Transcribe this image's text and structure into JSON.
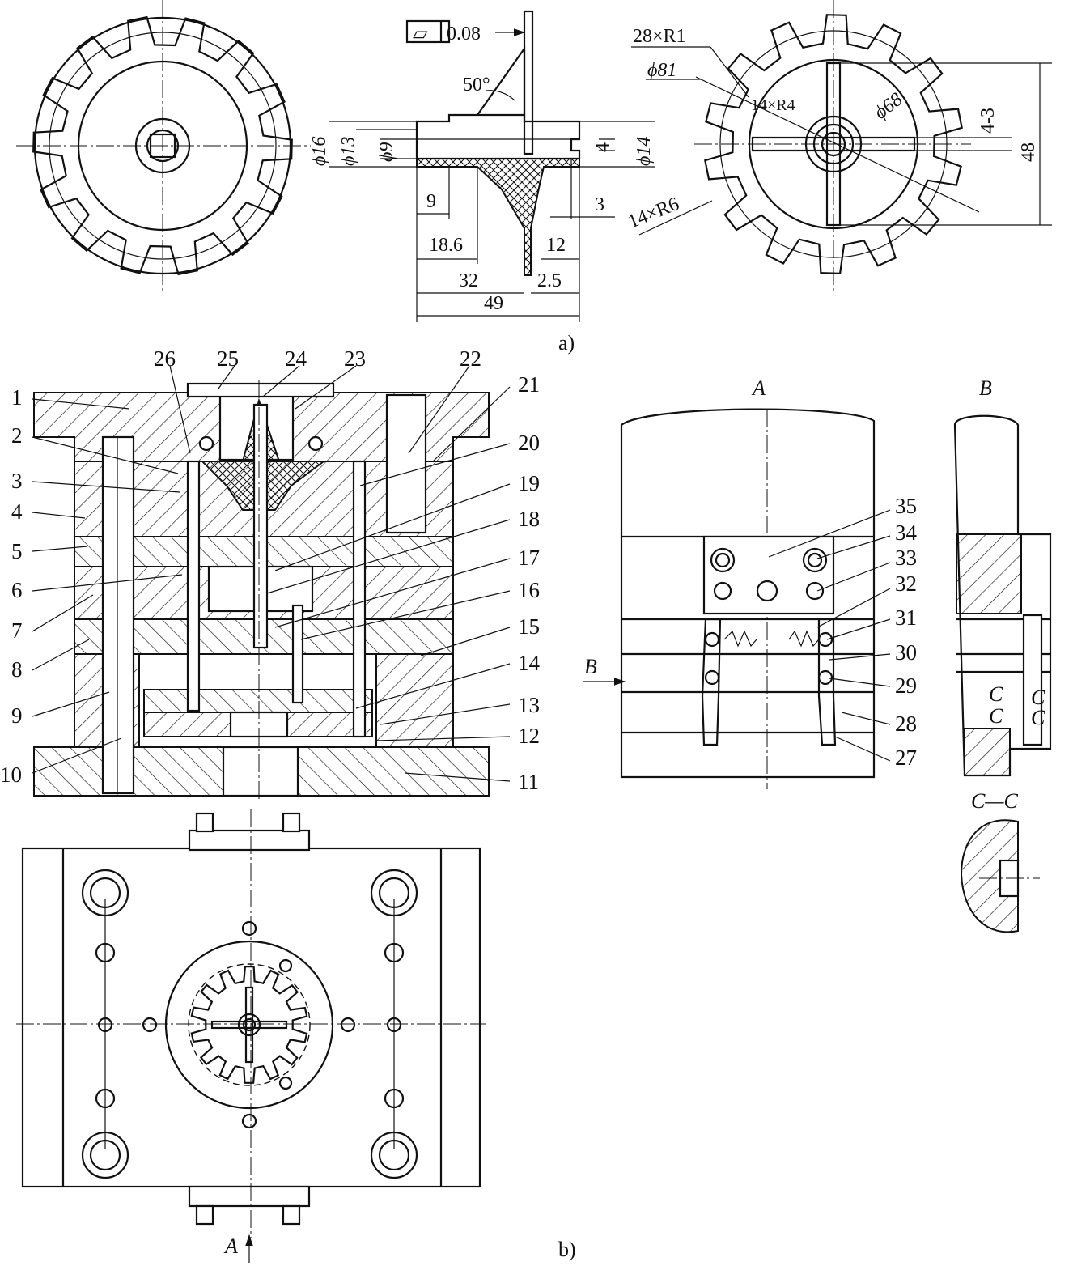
{
  "captions": {
    "part_a": "a)",
    "part_b": "b)"
  },
  "part_drawing": {
    "flatness_symbol": "▱",
    "flatness_value": "0.08",
    "dims": {
      "angle": "50°",
      "d16": "ϕ16",
      "d13": "ϕ13",
      "d9": "ϕ9",
      "h4": "4",
      "d14": "ϕ14",
      "w9": "9",
      "w3": "3",
      "w18_6": "18.6",
      "w12": "12",
      "w32": "32",
      "w2_5": "2.5",
      "w49": "49",
      "r28": "28×R1",
      "d81": "ϕ81",
      "r14_4": "14×R4",
      "d68": "ϕ68",
      "h4_3": "4-3",
      "h48": "48",
      "r14_6": "14×R6"
    }
  },
  "mold": {
    "callouts": [
      "1",
      "2",
      "3",
      "4",
      "5",
      "6",
      "7",
      "8",
      "9",
      "10",
      "11",
      "12",
      "13",
      "14",
      "15",
      "16",
      "17",
      "18",
      "19",
      "20",
      "21",
      "22",
      "23",
      "24",
      "25",
      "26",
      "27",
      "28",
      "29",
      "30",
      "31",
      "32",
      "33",
      "34",
      "35"
    ],
    "view_a_label": "A",
    "view_b_label": "B",
    "arrow_b_label": "B",
    "arrow_a_label": "A",
    "section_marks": [
      "C",
      "C",
      "C",
      "C"
    ],
    "section_title": "C—C"
  }
}
